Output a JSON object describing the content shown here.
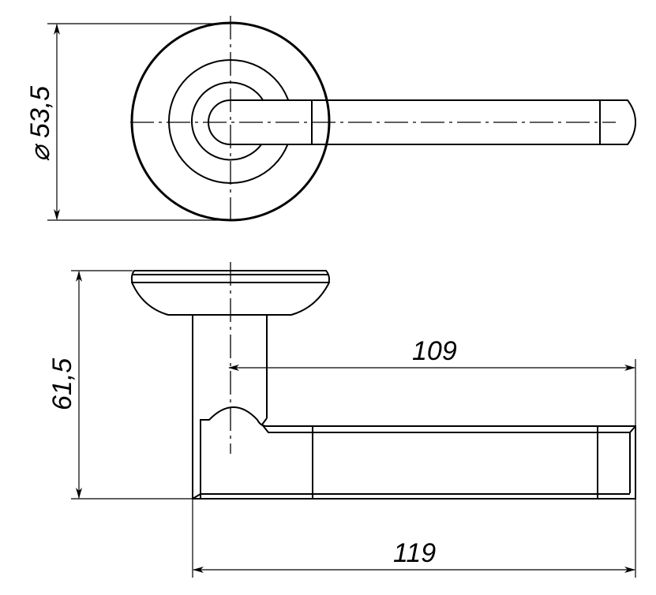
{
  "drawing": {
    "top_view": {
      "diameter_label": "⌀ 53,5"
    },
    "side_view": {
      "height_label": "61,5",
      "lever_inner_length_label": "109",
      "overall_length_label": "119"
    }
  }
}
